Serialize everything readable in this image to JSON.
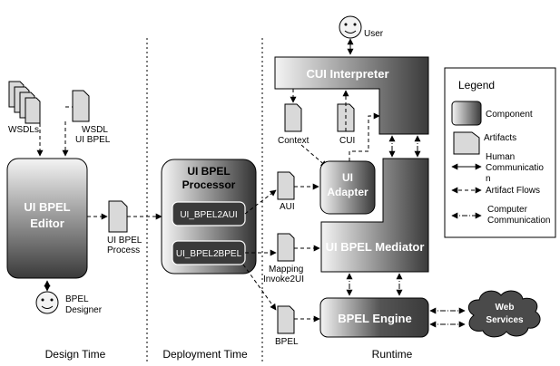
{
  "phases": {
    "design": "Design Time",
    "deployment": "Deployment Time",
    "runtime": "Runtime"
  },
  "components": {
    "editor_line1": "UI BPEL",
    "editor_line2": "Editor",
    "processor_line1": "UI BPEL",
    "processor_line2": "Processor",
    "bpel2aui": "UI_BPEL2AUI",
    "bpel2bpel": "UI_BPEL2BPEL",
    "cui_interpreter": "CUI Interpreter",
    "adapter_line1": "UI",
    "adapter_line2": "Adapter",
    "mediator": "UI BPEL Mediator",
    "engine": "BPEL Engine",
    "web_services_line1": "Web",
    "web_services_line2": "Services"
  },
  "artifacts": {
    "wsdls": "WSDLs",
    "wsdl_line1": "WSDL",
    "wsdl_line2": "UI BPEL",
    "process_line1": "UI BPEL",
    "process_line2": "Process",
    "context": "Context",
    "cui": "CUI",
    "aui": "AUI",
    "mapping_line1": "Mapping",
    "mapping_line2": "Invoke2UI",
    "bpel": "BPEL"
  },
  "actors": {
    "user": "User",
    "designer_line1": "BPEL",
    "designer_line2": "Designer"
  },
  "legend": {
    "title": "Legend",
    "component": "Component",
    "artifacts": "Artifacts",
    "human_line1": "Human",
    "human_line2": "Communicatio",
    "human_line3": "n",
    "artifact_flows": "Artifact Flows",
    "computer_line1": "Computer",
    "computer_line2": "Communication"
  },
  "colors": {
    "component_dark": "#3a3a3a",
    "component_light": "#f2f2f2",
    "artifact_fill": "#d9d9d9",
    "smiley_fill": "#f2f2f2"
  }
}
